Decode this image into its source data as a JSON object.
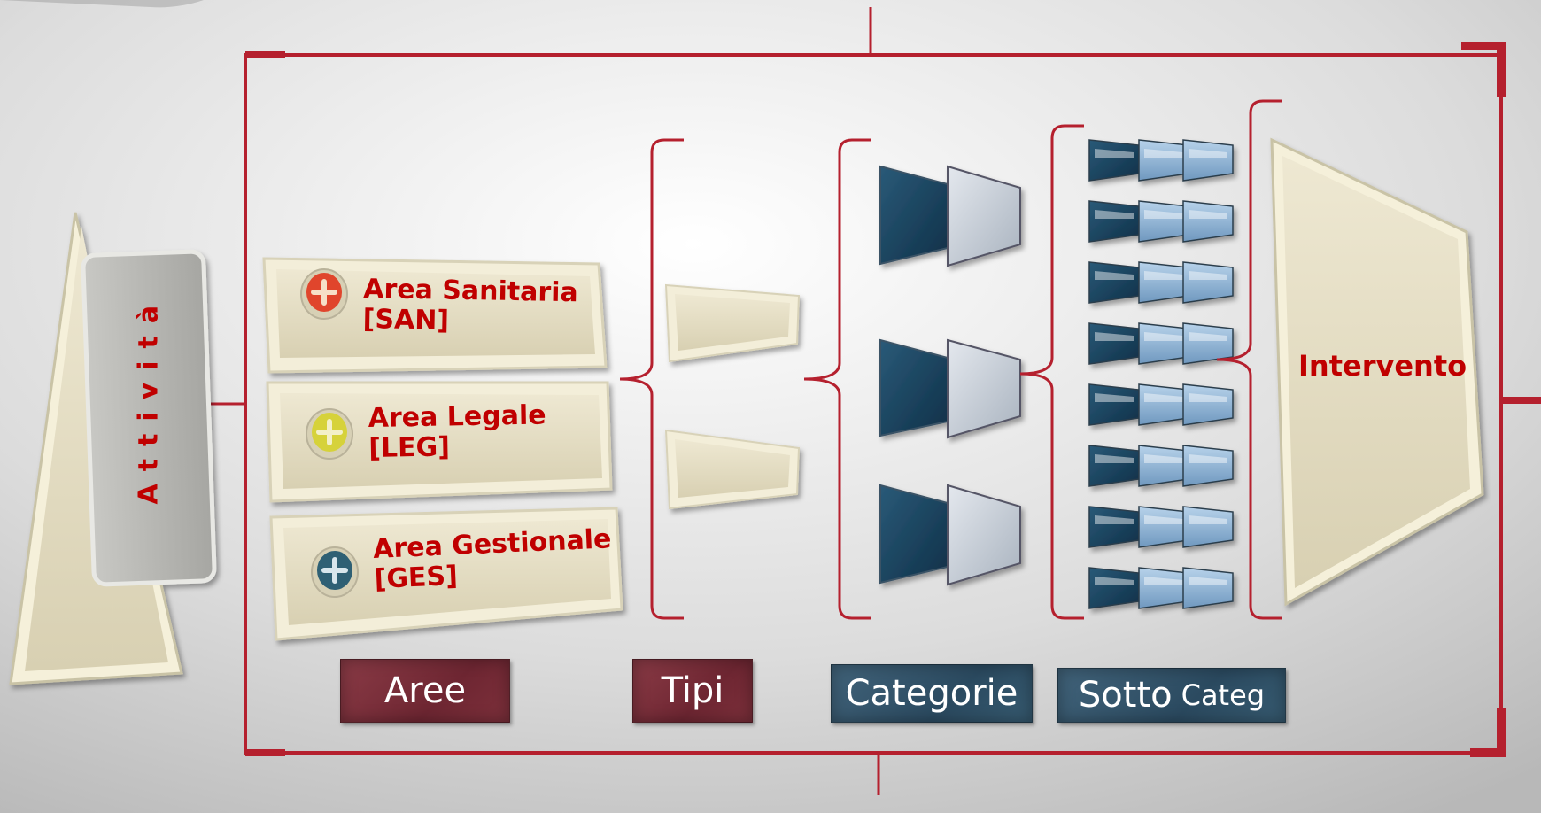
{
  "activity_label": "Attività",
  "areas": [
    {
      "name": "Area Sanitaria",
      "code": "[SAN]",
      "icon": "plus-icon",
      "icon_color": "#e0452c"
    },
    {
      "name": "Area Legale",
      "code": "[LEG]",
      "icon": "plus-icon",
      "icon_color": "#d6d23a"
    },
    {
      "name": "Area Gestionale",
      "code": "[GES]",
      "icon": "plus-icon",
      "icon_color": "#2f6074"
    }
  ],
  "intervention_label": "Intervento",
  "column_tags": {
    "aree": "Aree",
    "tipi": "Tipi",
    "categorie": "Categorie",
    "sotto_main": "Sotto",
    "sotto_small": "Categ"
  },
  "colors": {
    "accent_red": "#c00000",
    "frame_red": "#b5202e",
    "tag_red": "#7a2d38",
    "tag_blue": "#34566c",
    "beige": "#e6e0c8",
    "dark_blue": "#1a3f58",
    "light_blue": "#8fb4d6"
  }
}
